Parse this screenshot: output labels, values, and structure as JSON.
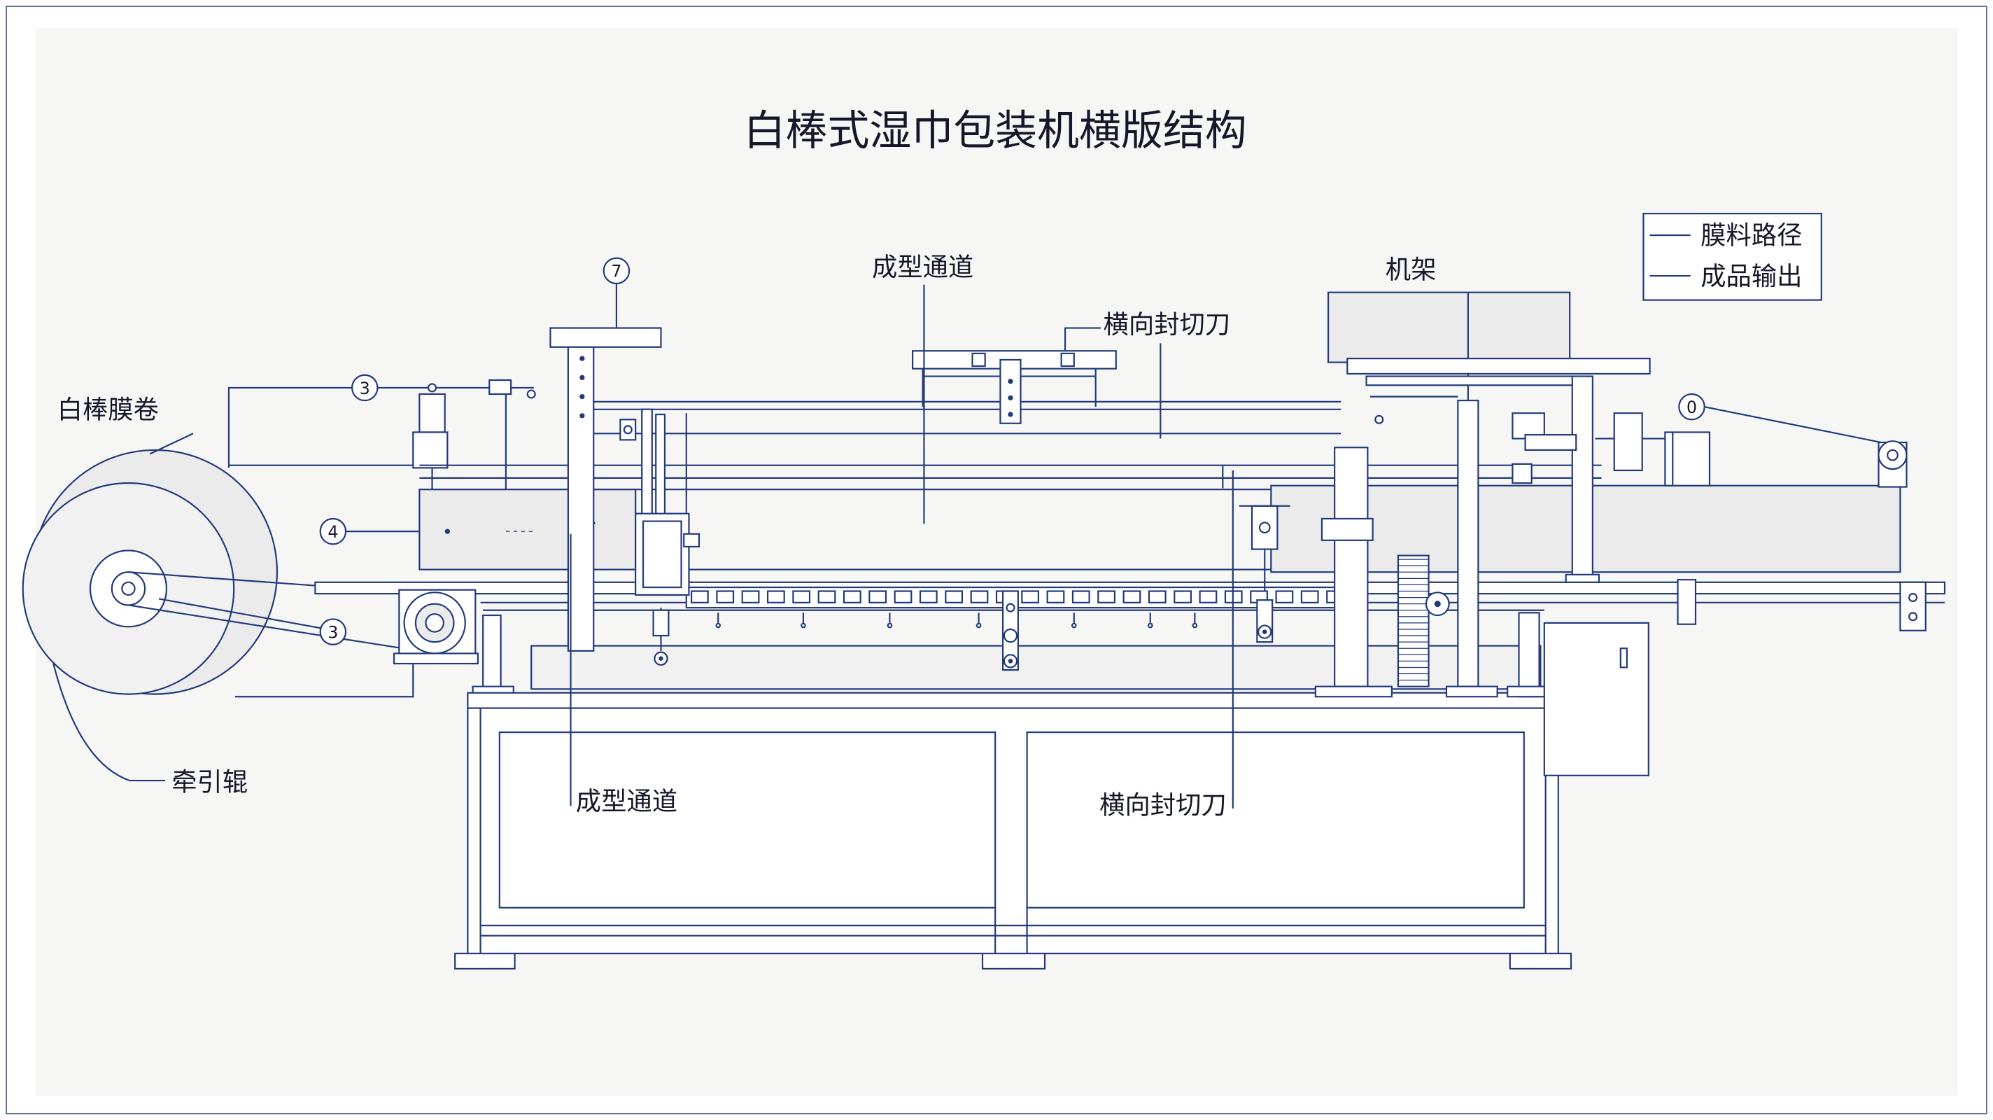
{
  "title": "白棒式湿巾包装机横版结构",
  "legend": {
    "items": [
      {
        "label": "膜料路径"
      },
      {
        "label": "成品输出"
      }
    ]
  },
  "labels": {
    "film_roll": "白棒膜卷",
    "pull_roller": "牵引辊",
    "forming_channel_top": "成型通道",
    "forming_channel_bottom": "成型通道",
    "cross_seal_cutter_top": "横向封切刀",
    "cross_seal_cutter_bottom": "横向封切刀",
    "frame": "机架"
  },
  "callouts": {
    "column_top": "7",
    "arm_upper": "3",
    "forming_block": "4",
    "belt_lower": "3",
    "output_roller": "0"
  },
  "colors": {
    "line": "#22397a",
    "fill": "#ebebeb",
    "text": "#16182a"
  }
}
